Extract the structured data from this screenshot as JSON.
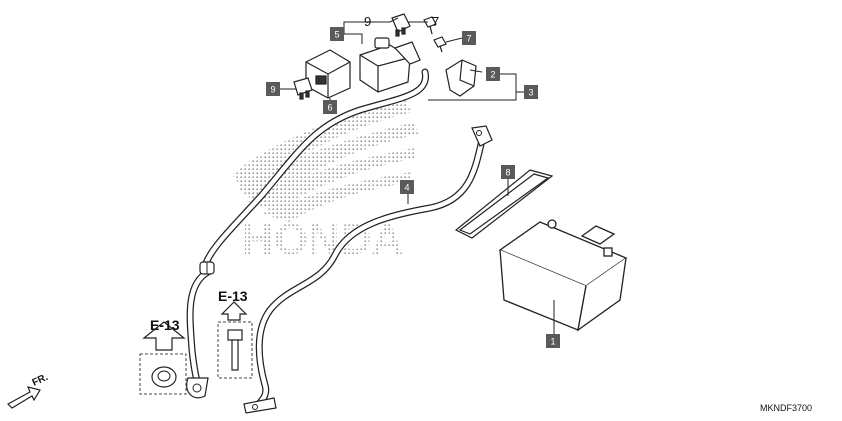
{
  "logo": {
    "text": "HONDA"
  },
  "diagram_code": "MKNDF3700",
  "front_indicator": {
    "label": "FR."
  },
  "references": [
    {
      "label": "E-13"
    },
    {
      "label": "E-13"
    }
  ],
  "callouts": [
    {
      "number": "1",
      "boxed": true
    },
    {
      "number": "2",
      "boxed": true
    },
    {
      "number": "3",
      "boxed": true
    },
    {
      "number": "4",
      "boxed": true
    },
    {
      "number": "5",
      "boxed": true
    },
    {
      "number": "6",
      "boxed": true
    },
    {
      "number": "7",
      "boxed": true
    },
    {
      "number": "7",
      "boxed": false
    },
    {
      "number": "8",
      "boxed": true
    },
    {
      "number": "9",
      "boxed": true
    },
    {
      "number": "9",
      "boxed": false
    }
  ]
}
